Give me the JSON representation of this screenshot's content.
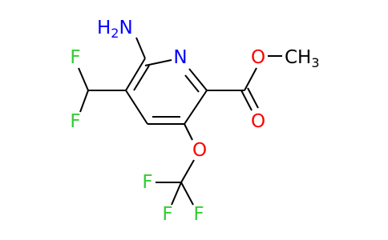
{
  "colors": {
    "bond": "#000000",
    "N": "#0000ff",
    "O": "#ff0000",
    "F": "#33cc33",
    "C": "#000000"
  },
  "atoms": {
    "amino": {
      "text": "H2N",
      "element": "N"
    },
    "ring_n": {
      "text": "N",
      "element": "N"
    },
    "ester_o": {
      "text": "O",
      "element": "O"
    },
    "methyl": {
      "text": "CH3",
      "element": "C"
    },
    "carbonyl_o": {
      "text": "O",
      "element": "O"
    },
    "ether_o": {
      "text": "O",
      "element": "O"
    },
    "chf2_f1": {
      "text": "F",
      "element": "F"
    },
    "chf2_f2": {
      "text": "F",
      "element": "F"
    },
    "cf3_f1": {
      "text": "F",
      "element": "F"
    },
    "cf3_f2": {
      "text": "F",
      "element": "F"
    },
    "cf3_f3": {
      "text": "F",
      "element": "F"
    }
  }
}
